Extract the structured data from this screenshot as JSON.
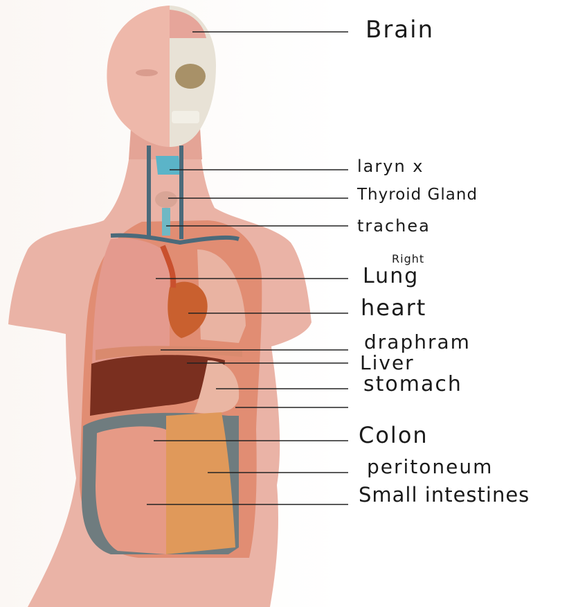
{
  "labels": {
    "brain": "Brain",
    "larynx": "laryn x",
    "thyroid": "Thyroid Gland",
    "trachea": "trachea",
    "lung_note": "Right",
    "lung": "Lung",
    "heart": "heart",
    "diaphragm": "draphram",
    "liver": "Liver",
    "stomach": "stomach",
    "colon": "Colon",
    "peritoneum": "peritoneum",
    "small_intestines": "Small intestines"
  },
  "colors": {
    "skin": "#eab3a6",
    "skin_shadow": "#d9958a",
    "skull": "#e8e2d6",
    "lung": "#e49a8e",
    "heart": "#c9602f",
    "liver": "#7a2f1f",
    "stomach": "#eab6a3",
    "colon": "#6f7c7f",
    "small_intestine": "#e69a86",
    "peritoneum": "#e0995a",
    "larynx": "#5bb4c8",
    "vessel_blue": "#4b6a7a",
    "vessel_red": "#c9502e",
    "leader_line": "#222222"
  }
}
